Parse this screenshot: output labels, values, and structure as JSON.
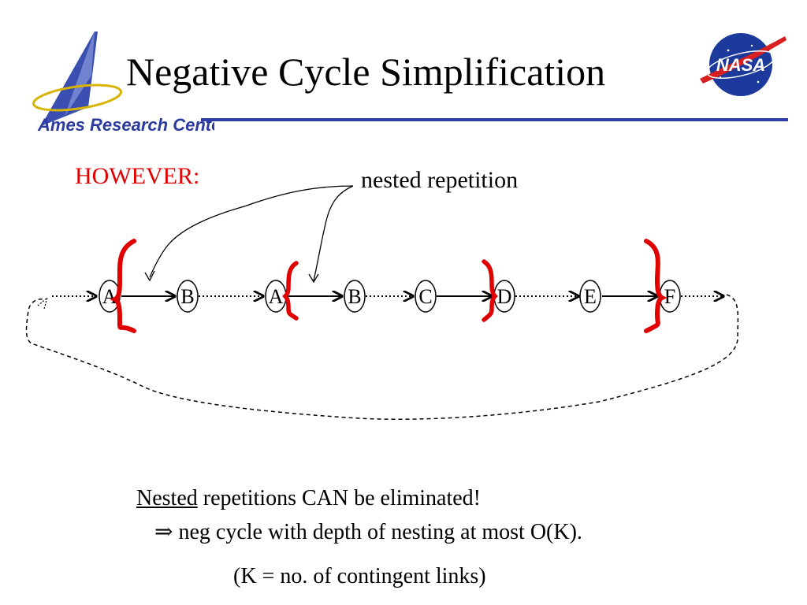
{
  "slide": {
    "title": "Negative Cycle Simplification",
    "however": "HOWEVER:",
    "annotation": "nested repetition",
    "statement_underlined": "Nested",
    "statement_rest": " repetitions CAN be eliminated!",
    "implication_symbol": "⇒",
    "implication_text": " neg cycle with depth of nesting at most O(K).",
    "note": "(K = no. of contingent links)"
  },
  "logos": {
    "ames_text": "Ames Research Center",
    "nasa_text": "NASA"
  },
  "colors": {
    "header_rule": "#2e3ca8",
    "however": "#e00000",
    "brackets": "#e00000",
    "ames_text": "#2a3a9e"
  },
  "diagram": {
    "nodes": [
      "A",
      "B",
      "A",
      "B",
      "C",
      "D",
      "E",
      "F"
    ],
    "solid_links": [
      [
        "A",
        "B"
      ],
      [
        "A",
        "B"
      ],
      [
        "C",
        "D"
      ],
      [
        "E",
        "F"
      ]
    ],
    "dotted_links": [
      [
        "B",
        "A"
      ],
      [
        "B",
        "C"
      ],
      [
        "D",
        "E"
      ]
    ]
  }
}
